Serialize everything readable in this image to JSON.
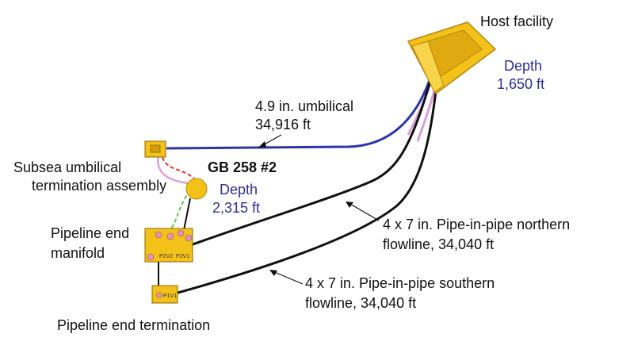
{
  "host": {
    "title": "Host facility",
    "depth_label": "Depth",
    "depth_value": "1,650 ft"
  },
  "umbilical": {
    "line1": "4.9 in. umbilical",
    "line2": "34,916 ft"
  },
  "well": {
    "name": "GB 258 #2",
    "depth_label": "Depth",
    "depth_value": "2,315 ft"
  },
  "suta": {
    "line1": "Subsea umbilical",
    "line2": "termination assembly"
  },
  "plem": {
    "line1": "Pipeline end",
    "line2": "manifold",
    "valve_left": "P2V2",
    "valve_right": "P2V1"
  },
  "plet": {
    "label": "Pipeline end termination",
    "valve": "P1V1"
  },
  "north_flowline": {
    "line1": "4 x 7 in. Pipe-in-pipe northern",
    "line2": "flowline, 34,040 ft"
  },
  "south_flowline": {
    "line1": "4 x 7 in. Pipe-in-pipe southern",
    "line2": "flowline, 34,040 ft"
  },
  "colors": {
    "umbilical": "#2a35a8",
    "flowline": "#111111",
    "equipment": "#f2c21a",
    "equipment_edge": "#b8860b",
    "depth_text": "#2b2e9a",
    "jumper_pink": "#d9a0d9",
    "jumper_green": "#6fbf4a",
    "jumper_red": "#e0392b"
  }
}
